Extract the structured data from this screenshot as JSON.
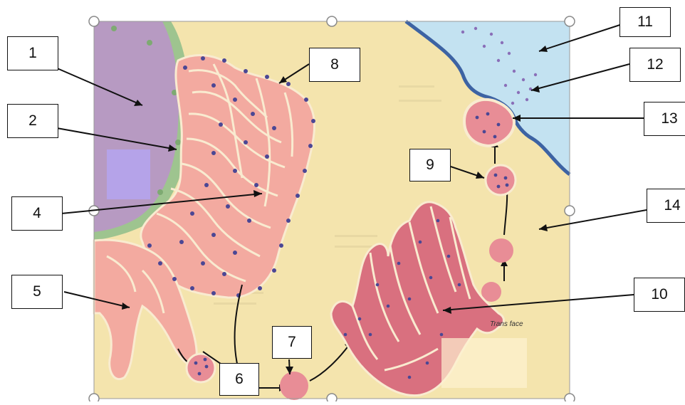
{
  "colors": {
    "background": "#f4e4ad",
    "extracellular": "#c3e2f1",
    "membrane": "#3d63a3",
    "nucleus": "#b79ac2",
    "nuclear_envelope": "#9ec48f",
    "er": "#f3aaa0",
    "golgi": "#d9707f",
    "vesicle": "#e88d96",
    "ribosome": "#4b4794",
    "label_border": "#111111",
    "selection_box": "#b5a3e9"
  },
  "callouts": [
    "1",
    "2",
    "4",
    "5",
    "6",
    "7",
    "8",
    "9",
    "10",
    "11",
    "12",
    "13",
    "14"
  ],
  "annotations": {
    "trans_face": "Trans face"
  },
  "selection_handles": 8
}
